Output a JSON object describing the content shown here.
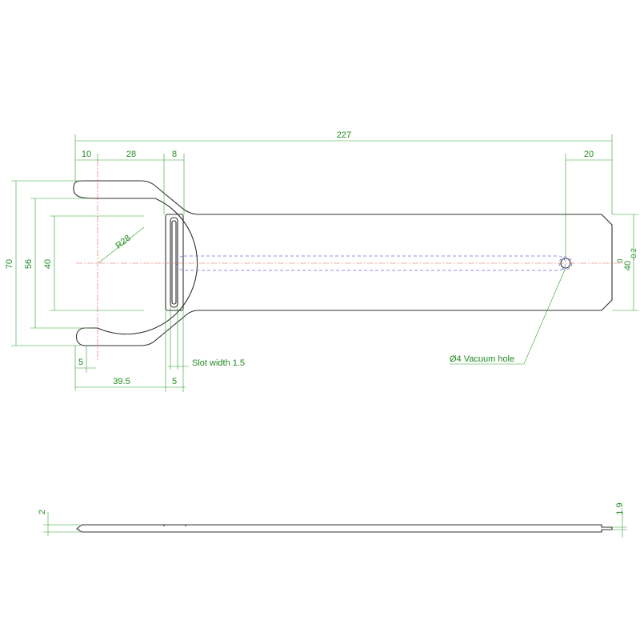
{
  "colors": {
    "part_outline": "#303030",
    "dimension": "#2ea02e",
    "dimension_text": "#1f8a1f",
    "center_line": "#e06060",
    "hidden_line": "#6070e0",
    "background": "#ffffff"
  },
  "plan_view": {
    "dimensions": {
      "overall_length": "227",
      "fork_tip": "10",
      "fork_depth": "28",
      "slot_offset": "8",
      "end_length": "20",
      "outer_width": "70",
      "jaw_width": "56",
      "inner_width": "40",
      "radius": "R28",
      "tip_radius": "5",
      "slot_position": "39.5",
      "slot_length": "5",
      "slot_width_note": "Slot width 1.5",
      "handle_width": "40",
      "tol_upper": "0",
      "tol_lower": "-0.2",
      "vacuum_hole_note": "Ø4 Vacuum hole"
    }
  },
  "side_view": {
    "dimensions": {
      "thickness": "2",
      "end_thickness": "1.9"
    }
  }
}
